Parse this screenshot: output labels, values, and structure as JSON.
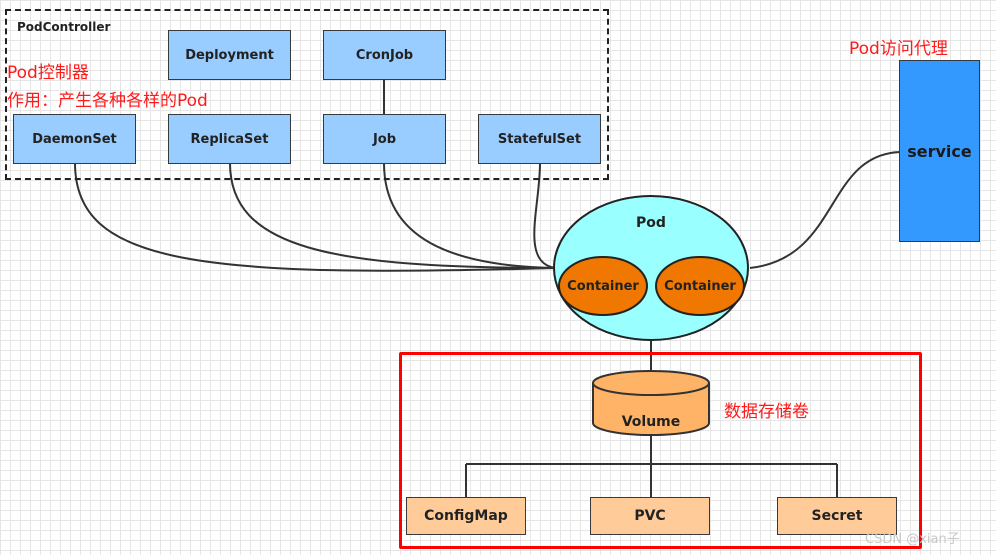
{
  "controller_group": {
    "title": "PodController",
    "note_line1": "Pod控制器",
    "note_line2": "作用：产生各种各样的Pod",
    "boxes": [
      "Deployment",
      "CronJob",
      "DaemonSet",
      "ReplicaSet",
      "Job",
      "StatefulSet"
    ]
  },
  "pod": {
    "label": "Pod",
    "containers": [
      "Container",
      "Container"
    ]
  },
  "service": {
    "label": "service",
    "note": "Pod访问代理"
  },
  "storage": {
    "volume": "Volume",
    "note": "数据存储卷",
    "items": [
      "ConfigMap",
      "PVC",
      "Secret"
    ]
  },
  "watermark": "CSDN @xian子",
  "colors": {
    "controller_fill": "#99ccff",
    "pod_fill": "#99ffff",
    "container_fill": "#f07800",
    "service_fill": "#3399ff",
    "storage_fill": "#ffcc99",
    "volume_fill": "#ffb366",
    "highlight_border": "#ff0000"
  }
}
